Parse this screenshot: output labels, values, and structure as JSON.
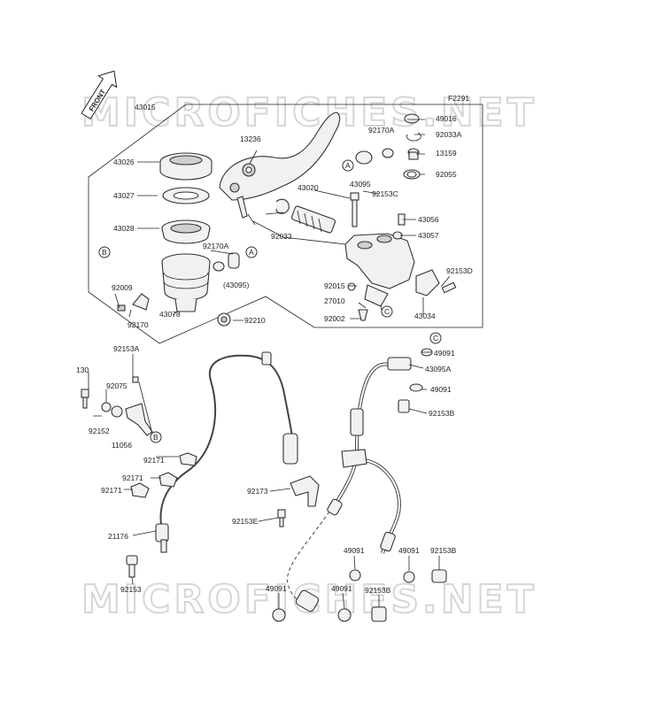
{
  "watermark": {
    "top": "MICROFICHES.NET",
    "bottom": "MICROFICHES.NET"
  },
  "diagram_code": "F2291",
  "front_arrow": "FRONT",
  "part_labels": {
    "p43015": "43015",
    "p49016": "49016",
    "p92033A": "92033A",
    "p92170A_top": "92170A",
    "p13159": "13159",
    "p13236": "13236",
    "p43026": "43026",
    "p43095_top": "43095",
    "p92055": "92055",
    "p43027": "43027",
    "p43020": "43020",
    "p92153C": "92153C",
    "p43028": "43028",
    "p92033": "92033",
    "p43056": "43056",
    "p43057": "43057",
    "p92170A_mid": "92170A",
    "p43095_paren": "(43095)",
    "p92153D": "92153D",
    "p92009": "92009",
    "p92015": "92015",
    "p27010": "27010",
    "p43078": "43078",
    "p43034": "43034",
    "p92210": "92210",
    "p92002": "92002",
    "p92170": "92170",
    "p92153A": "92153A",
    "p130": "130",
    "p92075": "92075",
    "p92152": "92152",
    "p11056": "11056",
    "p49091_a": "49091",
    "p43095A": "43095A",
    "p49091_b": "49091",
    "p92153B_a": "92153B",
    "p92171_a": "92171",
    "p92171_b": "92171",
    "p92171_c": "92171",
    "p92173": "92173",
    "p92153E": "92153E",
    "p21176": "21176",
    "p49091_c": "49091",
    "p49091_d": "49091",
    "p92153B_b": "92153B",
    "p92153": "92153",
    "p49091_e": "49091",
    "p49091_f": "49091",
    "p92153B_c": "92153B"
  },
  "callouts": {
    "A1": "A",
    "A2": "A",
    "B1": "B",
    "B2": "B",
    "C1": "C",
    "C2": "C"
  }
}
